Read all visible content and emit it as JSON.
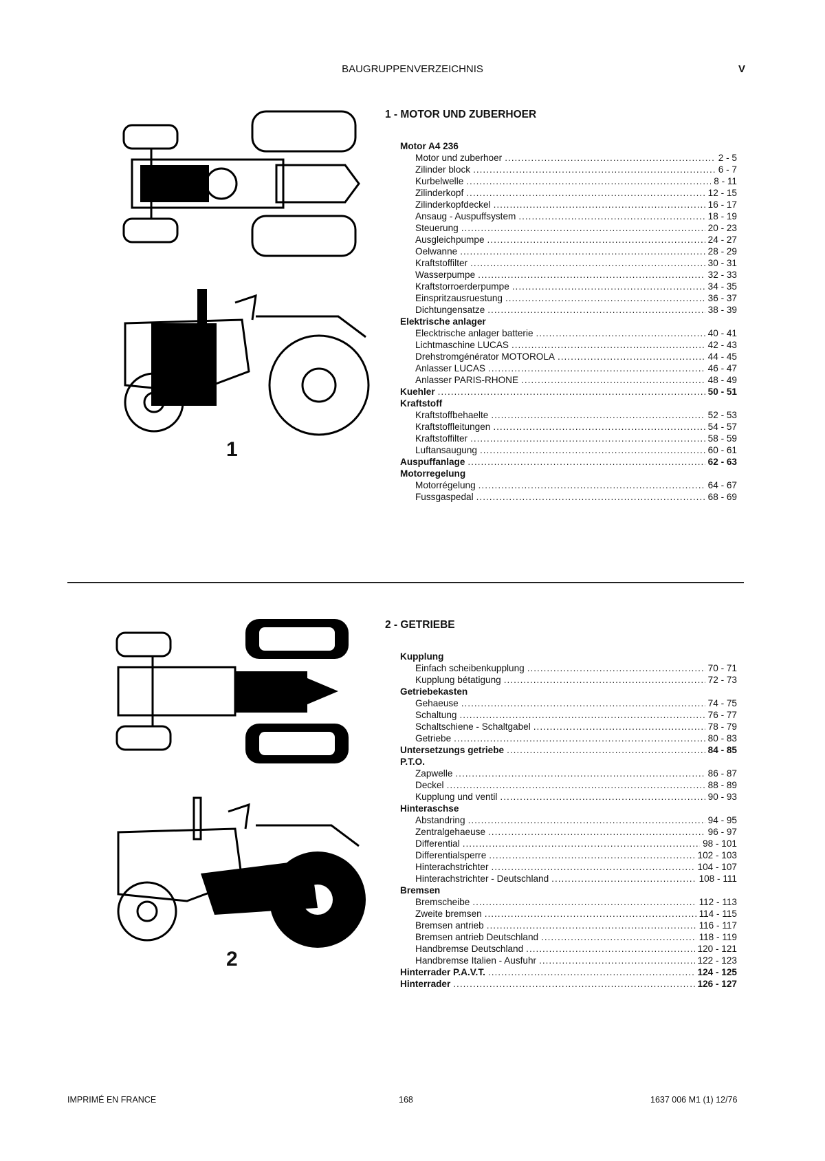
{
  "header": {
    "title": "BAUGRUPPENVERZEICHNIS",
    "page_roman": "V"
  },
  "section1": {
    "title": "1 - MOTOR UND ZUBERHOER",
    "figure_number": "1",
    "rows": [
      {
        "type": "group",
        "label": "Motor A4 236",
        "pages": ""
      },
      {
        "type": "sub",
        "label": "Motor und zuberhoer",
        "pages": "2 - 5"
      },
      {
        "type": "sub",
        "label": "Zilinder block",
        "pages": "6 - 7"
      },
      {
        "type": "sub",
        "label": "Kurbelwelle",
        "pages": "8 - 11"
      },
      {
        "type": "sub",
        "label": "Zilinderkopf",
        "pages": "12 - 15"
      },
      {
        "type": "sub",
        "label": "Zilinderkopfdeckel",
        "pages": "16 - 17"
      },
      {
        "type": "sub",
        "label": "Ansaug - Auspuffsystem",
        "pages": "18 - 19"
      },
      {
        "type": "sub",
        "label": "Steuerung",
        "pages": "20 - 23"
      },
      {
        "type": "sub",
        "label": "Ausgleichpumpe",
        "pages": "24 - 27"
      },
      {
        "type": "sub",
        "label": "Oelwanne",
        "pages": "28 - 29"
      },
      {
        "type": "sub",
        "label": "Kraftstoffilter",
        "pages": "30 - 31"
      },
      {
        "type": "sub",
        "label": "Wasserpumpe",
        "pages": "32 - 33"
      },
      {
        "type": "sub",
        "label": "Kraftstorroerderpumpe",
        "pages": "34 - 35"
      },
      {
        "type": "sub",
        "label": "Einspritzausruestung",
        "pages": "36 - 37"
      },
      {
        "type": "sub",
        "label": "Dichtungensatze",
        "pages": "38 - 39"
      },
      {
        "type": "group",
        "label": "Elektrische anlager",
        "pages": ""
      },
      {
        "type": "sub",
        "label": "Elecktrische anlager batterie",
        "pages": "40 - 41"
      },
      {
        "type": "sub",
        "label": "Lichtmaschine LUCAS",
        "pages": "42 - 43"
      },
      {
        "type": "sub",
        "label": "Drehstromgénérator MOTOROLA",
        "pages": "44 - 45"
      },
      {
        "type": "sub",
        "label": "Anlasser LUCAS",
        "pages": "46 - 47"
      },
      {
        "type": "sub",
        "label": "Anlasser PARIS-RHONE",
        "pages": "48 - 49"
      },
      {
        "type": "group",
        "label": "Kuehler",
        "pages": "50 - 51"
      },
      {
        "type": "group",
        "label": "Kraftstoff",
        "pages": ""
      },
      {
        "type": "sub",
        "label": "Kraftstoffbehaelte",
        "pages": "52 - 53"
      },
      {
        "type": "sub",
        "label": "Kraftstoffleitungen",
        "pages": "54 - 57"
      },
      {
        "type": "sub",
        "label": "Kraftstoffilter",
        "pages": "58 - 59"
      },
      {
        "type": "sub",
        "label": "Luftansaugung",
        "pages": "60 - 61"
      },
      {
        "type": "group",
        "label": "Auspuffanlage",
        "pages": "62 - 63"
      },
      {
        "type": "group",
        "label": "Motorregelung",
        "pages": ""
      },
      {
        "type": "sub",
        "label": "Motorrégelung",
        "pages": "64 - 67"
      },
      {
        "type": "sub",
        "label": "Fussgaspedal",
        "pages": "68 - 69"
      }
    ]
  },
  "section2": {
    "title": "2 - GETRIEBE",
    "figure_number": "2",
    "rows": [
      {
        "type": "group",
        "label": "Kupplung",
        "pages": ""
      },
      {
        "type": "sub",
        "label": "Einfach scheibenkupplung",
        "pages": "70 - 71"
      },
      {
        "type": "sub",
        "label": "Kupplung bétatigung",
        "pages": "72 - 73"
      },
      {
        "type": "group",
        "label": "Getriebekasten",
        "pages": ""
      },
      {
        "type": "sub",
        "label": "Gehaeuse",
        "pages": "74 - 75"
      },
      {
        "type": "sub",
        "label": "Schaltung",
        "pages": "76 - 77"
      },
      {
        "type": "sub",
        "label": "Schaltschiene - Schaltgabel",
        "pages": "78 - 79"
      },
      {
        "type": "sub",
        "label": "Getriebe",
        "pages": "80 - 83"
      },
      {
        "type": "group",
        "label": "Untersetzungs getriebe",
        "pages": "84 - 85"
      },
      {
        "type": "group",
        "label": "P.T.O.",
        "pages": ""
      },
      {
        "type": "sub",
        "label": "Zapwelle",
        "pages": "86 - 87"
      },
      {
        "type": "sub",
        "label": "Deckel",
        "pages": "88 - 89"
      },
      {
        "type": "sub",
        "label": "Kupplung und ventil",
        "pages": "90 - 93"
      },
      {
        "type": "group",
        "label": "Hinteraschse",
        "pages": ""
      },
      {
        "type": "sub",
        "label": "Abstandring",
        "pages": "94 - 95"
      },
      {
        "type": "sub",
        "label": "Zentralgehaeuse",
        "pages": "96 - 97"
      },
      {
        "type": "sub",
        "label": "Differential",
        "pages": "98 - 101"
      },
      {
        "type": "sub",
        "label": "Differentialsperre",
        "pages": "102 - 103"
      },
      {
        "type": "sub",
        "label": "Hinterachstrichter",
        "pages": "104 - 107"
      },
      {
        "type": "sub",
        "label": "Hinterachstrichter - Deutschland",
        "pages": "108 - 111"
      },
      {
        "type": "group",
        "label": "Bremsen",
        "pages": ""
      },
      {
        "type": "sub",
        "label": "Bremscheibe",
        "pages": "112 - 113"
      },
      {
        "type": "sub",
        "label": "Zweite bremsen",
        "pages": "114 - 115"
      },
      {
        "type": "sub",
        "label": "Bremsen antrieb",
        "pages": "116 - 117"
      },
      {
        "type": "sub",
        "label": "Bremsen antrieb Deutschland",
        "pages": "118 - 119"
      },
      {
        "type": "sub",
        "label": "Handbremse Deutschland",
        "pages": "120 - 121"
      },
      {
        "type": "sub",
        "label": "Handbremse Italien - Ausfuhr",
        "pages": "122 - 123"
      },
      {
        "type": "group",
        "label": "Hinterrader P.A.V.T.",
        "pages": "124 - 125"
      },
      {
        "type": "group",
        "label": "Hinterrader",
        "pages": "126 - 127"
      }
    ]
  },
  "footer": {
    "left": "IMPRIMÉ EN FRANCE",
    "center": "168",
    "right": "1637 006 M1 (1) 12/76"
  }
}
